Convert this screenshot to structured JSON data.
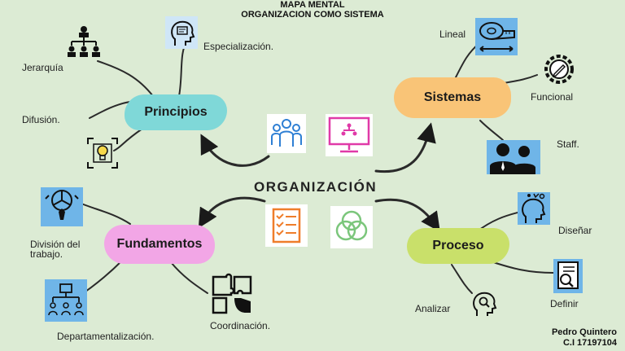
{
  "title": {
    "line1": "MAPA MENTAL",
    "line2": "ORGANIZACION COMO SISTEMA"
  },
  "center": {
    "label": "ORGANIZACIÓN"
  },
  "nodes": {
    "principios": {
      "label": "Principios",
      "color": "#7fd8d8",
      "items": [
        "Especialización.",
        "Jerarquía",
        "Difusión."
      ]
    },
    "sistemas": {
      "label": "Sistemas",
      "color": "#f9c477",
      "items": [
        "Lineal",
        "Funcional",
        "Staff."
      ]
    },
    "fundamentos": {
      "label": "Fundamentos",
      "color": "#f2a6e6",
      "items": [
        "División del trabajo.",
        "Departamentalización.",
        "Coordinación."
      ]
    },
    "proceso": {
      "label": "Proceso",
      "color": "#c9e06a",
      "items": [
        "Diseñar",
        "Definir",
        "Analizar"
      ]
    }
  },
  "author": {
    "name": "Pedro Quintero",
    "id": "C.I 17197104"
  },
  "icons": [
    "hierarchy-icon",
    "head-profile-icon",
    "lightbulb-icon",
    "people-group-icon",
    "monitor-network-icon",
    "measuring-tape-icon",
    "gear-pencil-icon",
    "businessmen-icon",
    "division-work-icon",
    "org-chart-icon",
    "puzzle-icon",
    "checklist-icon",
    "venn-icon",
    "head-ideas-icon",
    "document-search-icon",
    "head-search-icon"
  ],
  "colors": {
    "background": "#dcebd4",
    "icon_blue": "#2e7fd4",
    "icon_magenta": "#e03aa8",
    "icon_orange": "#ef7d2b",
    "icon_green": "#7bc67b"
  }
}
